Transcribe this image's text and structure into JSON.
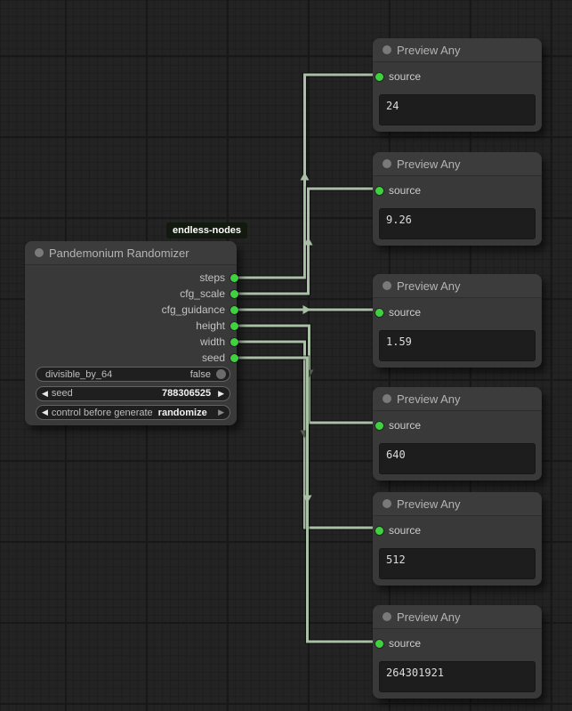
{
  "badge": {
    "label": "endless-nodes"
  },
  "colors": {
    "slot_green": "#3fd13f",
    "wire": "#a9c0a6",
    "node_bg": "#393939",
    "node_header": "#3c3c3c",
    "badge_bg": "#121a10"
  },
  "icons": {
    "arrow_left": "◀",
    "arrow_right": "▶"
  },
  "randomizer": {
    "title": "Pandemonium Randomizer",
    "outputs": [
      "steps",
      "cfg_scale",
      "cfg_guidance",
      "height",
      "width",
      "seed"
    ],
    "widgets": [
      {
        "label": "divisible_by_64",
        "value": "false",
        "type": "toggle"
      },
      {
        "label": "seed",
        "value": "788306525",
        "type": "number"
      },
      {
        "label": "control before generate",
        "value": "randomize",
        "type": "combo"
      }
    ]
  },
  "preview_nodes": [
    {
      "title": "Preview Any",
      "input_label": "source",
      "value": "24"
    },
    {
      "title": "Preview Any",
      "input_label": "source",
      "value": "9.26"
    },
    {
      "title": "Preview Any",
      "input_label": "source",
      "value": "1.59"
    },
    {
      "title": "Preview Any",
      "input_label": "source",
      "value": "640"
    },
    {
      "title": "Preview Any",
      "input_label": "source",
      "value": "512"
    },
    {
      "title": "Preview Any",
      "input_label": "source",
      "value": "264301921"
    }
  ],
  "links": [
    {
      "from_output": "steps",
      "to_node": "Preview Any 1",
      "to_input": "source"
    },
    {
      "from_output": "cfg_scale",
      "to_node": "Preview Any 2",
      "to_input": "source"
    },
    {
      "from_output": "cfg_guidance",
      "to_node": "Preview Any 3",
      "to_input": "source"
    },
    {
      "from_output": "height",
      "to_node": "Preview Any 4",
      "to_input": "source"
    },
    {
      "from_output": "width",
      "to_node": "Preview Any 5",
      "to_input": "source"
    },
    {
      "from_output": "seed",
      "to_node": "Preview Any 6",
      "to_input": "source"
    }
  ]
}
